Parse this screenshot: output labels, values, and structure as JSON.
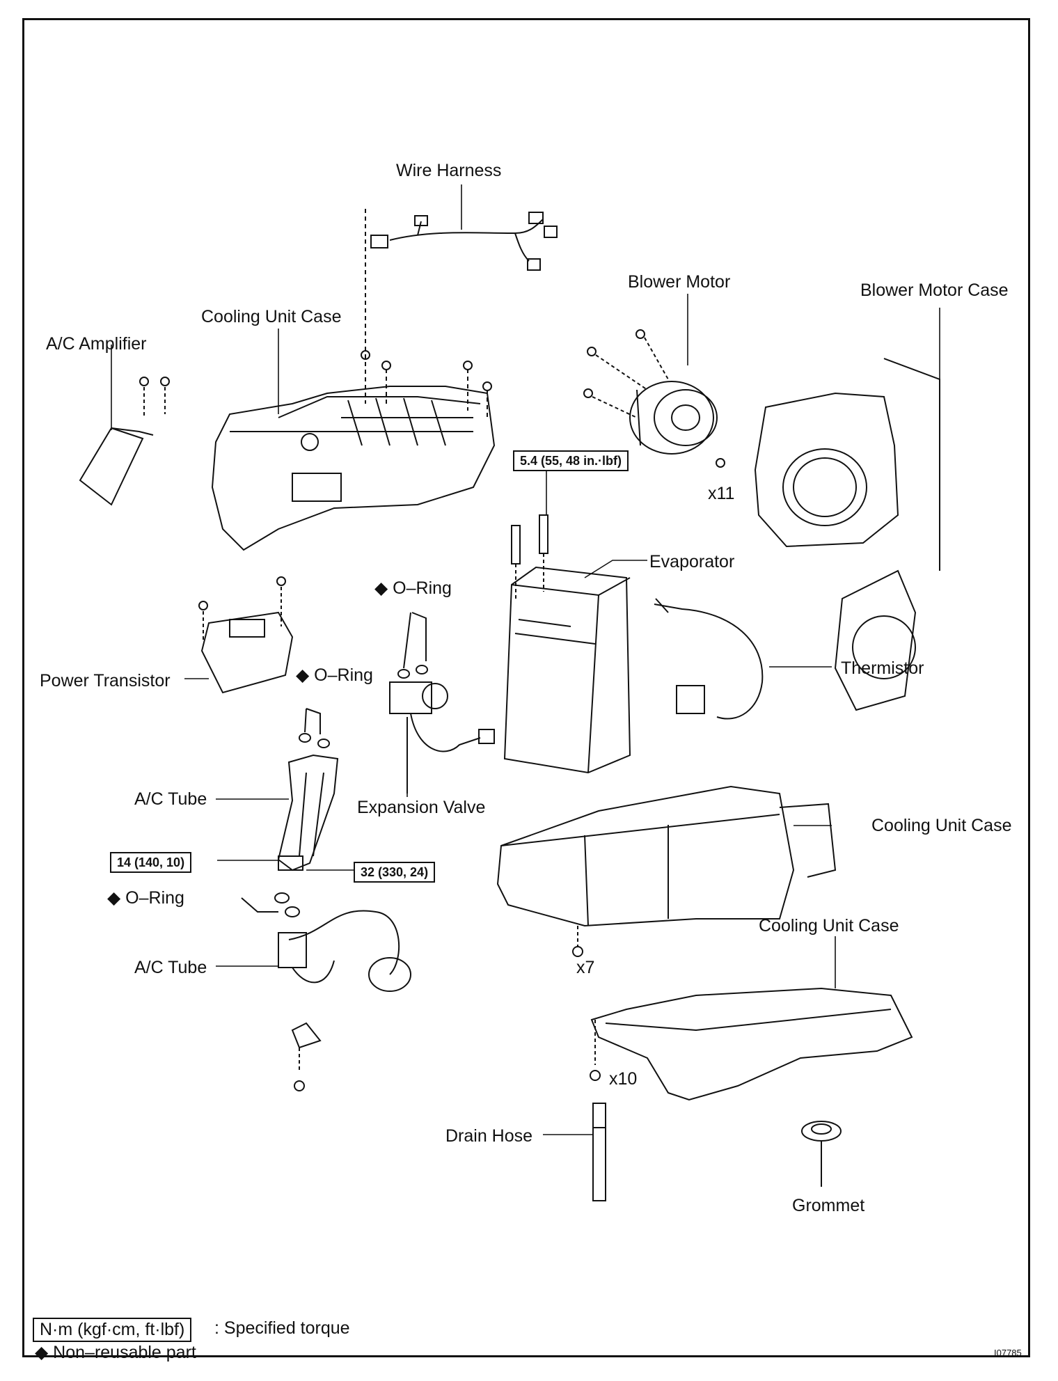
{
  "labels": {
    "wire_harness": "Wire Harness",
    "blower_motor": "Blower Motor",
    "blower_motor_case": "Blower Motor Case",
    "cooling_unit_case_top": "Cooling Unit Case",
    "ac_amplifier": "A/C Amplifier",
    "evaporator": "Evaporator",
    "o_ring_1": "◆ O–Ring",
    "o_ring_2": "◆ O–Ring",
    "o_ring_3": "◆ O–Ring",
    "power_transistor": "Power Transistor",
    "thermistor": "Thermistor",
    "ac_tube_1": "A/C Tube",
    "ac_tube_2": "A/C Tube",
    "expansion_valve": "Expansion Valve",
    "cooling_unit_case_mid": "Cooling Unit Case",
    "cooling_unit_case_low": "Cooling Unit Case",
    "drain_hose": "Drain Hose",
    "grommet": "Grommet",
    "x11": "x11",
    "x7": "x7",
    "x10": "x10"
  },
  "torques": {
    "evaporator_bolt": "5.4 (55, 48 in.·lbf)",
    "tube_a": "14 (140, 10)",
    "tube_b": "32 (330, 24)"
  },
  "legend": {
    "unit_box": "N·m (kgf·cm, ft·lbf)",
    "unit_desc": ": Specified torque",
    "nonreusable": "◆ Non–reusable part"
  },
  "figure_id": "I07785"
}
